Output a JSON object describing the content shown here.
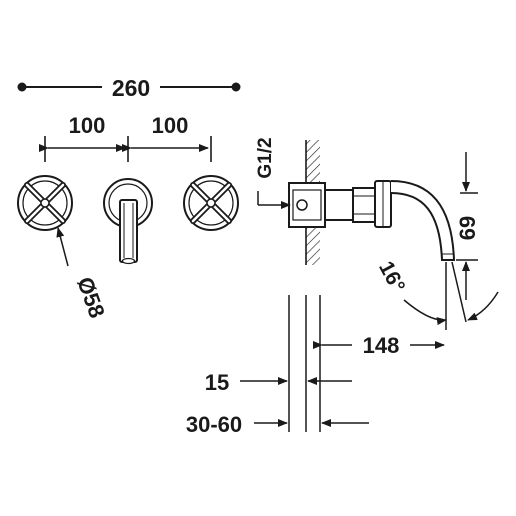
{
  "labels": {
    "overall_width": "260",
    "spacing_left": "100",
    "spacing_right": "100",
    "handle_diameter": "Ø58",
    "thread": "G1/2",
    "spout_height": "69",
    "spout_angle": "16°",
    "spout_projection": "148",
    "wall_offset": "15",
    "wall_depth": "30-60"
  },
  "colors": {
    "line": "#1a1a1a",
    "background": "#ffffff"
  }
}
